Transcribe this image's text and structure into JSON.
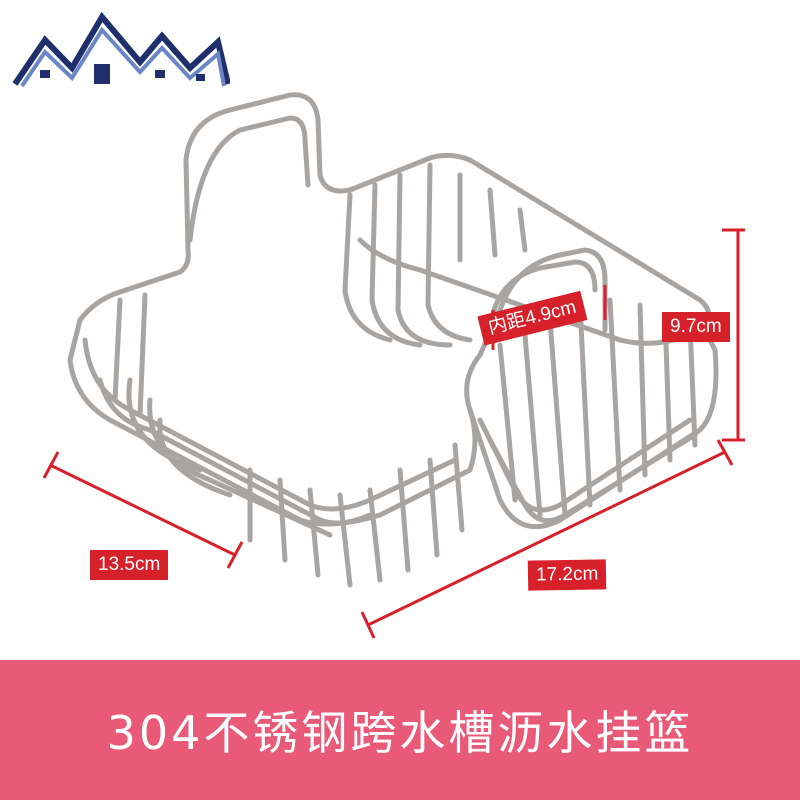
{
  "image": {
    "subject": "stainless-steel-wire-sink-basket",
    "dimensions": {
      "width_label": "13.5cm",
      "length_label": "17.2cm",
      "height_label": "9.7cm",
      "inner_label": "内距4.9cm"
    },
    "banner": {
      "title": "304不锈钢跨水槽沥水挂篮"
    }
  },
  "colors": {
    "accent_red": "#d6202a",
    "banner_pink": "#e85a78",
    "wire_steel": "#a8a4a2",
    "logo_navy": "#1f2f6b",
    "logo_blue": "#6a86c4"
  }
}
